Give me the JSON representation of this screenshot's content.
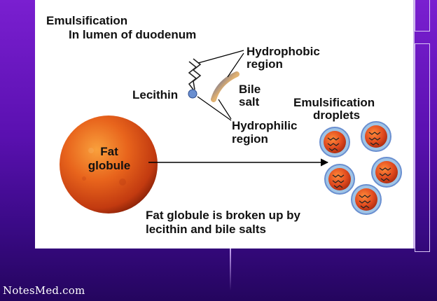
{
  "diagram": {
    "title_line1": "Emulsification",
    "title_line2": "In lumen of duodenum",
    "hydrophobic_line1": "Hydrophobic",
    "hydrophobic_line2": "region",
    "bile_line1": "Bile",
    "bile_line2": "salt",
    "lecithin": "Lecithin",
    "hydrophilic_line1": "Hydrophilic",
    "hydrophilic_line2": "region",
    "droplets_line1": "Emulsification",
    "droplets_line2": "droplets",
    "fat_line1": "Fat",
    "fat_line2": "globule",
    "caption_line1": "Fat globule is broken up by",
    "caption_line2": "lecithin and bile salts"
  },
  "watermark": "NotesMed.com",
  "colors": {
    "background_top": "#7a1fd0",
    "background_bottom": "#24055e",
    "fat_globule": "#e8641c",
    "droplet_fill": "#e14a1e",
    "bile_salt": "#e0b070",
    "lecithin_head": "#6a8fd0"
  }
}
